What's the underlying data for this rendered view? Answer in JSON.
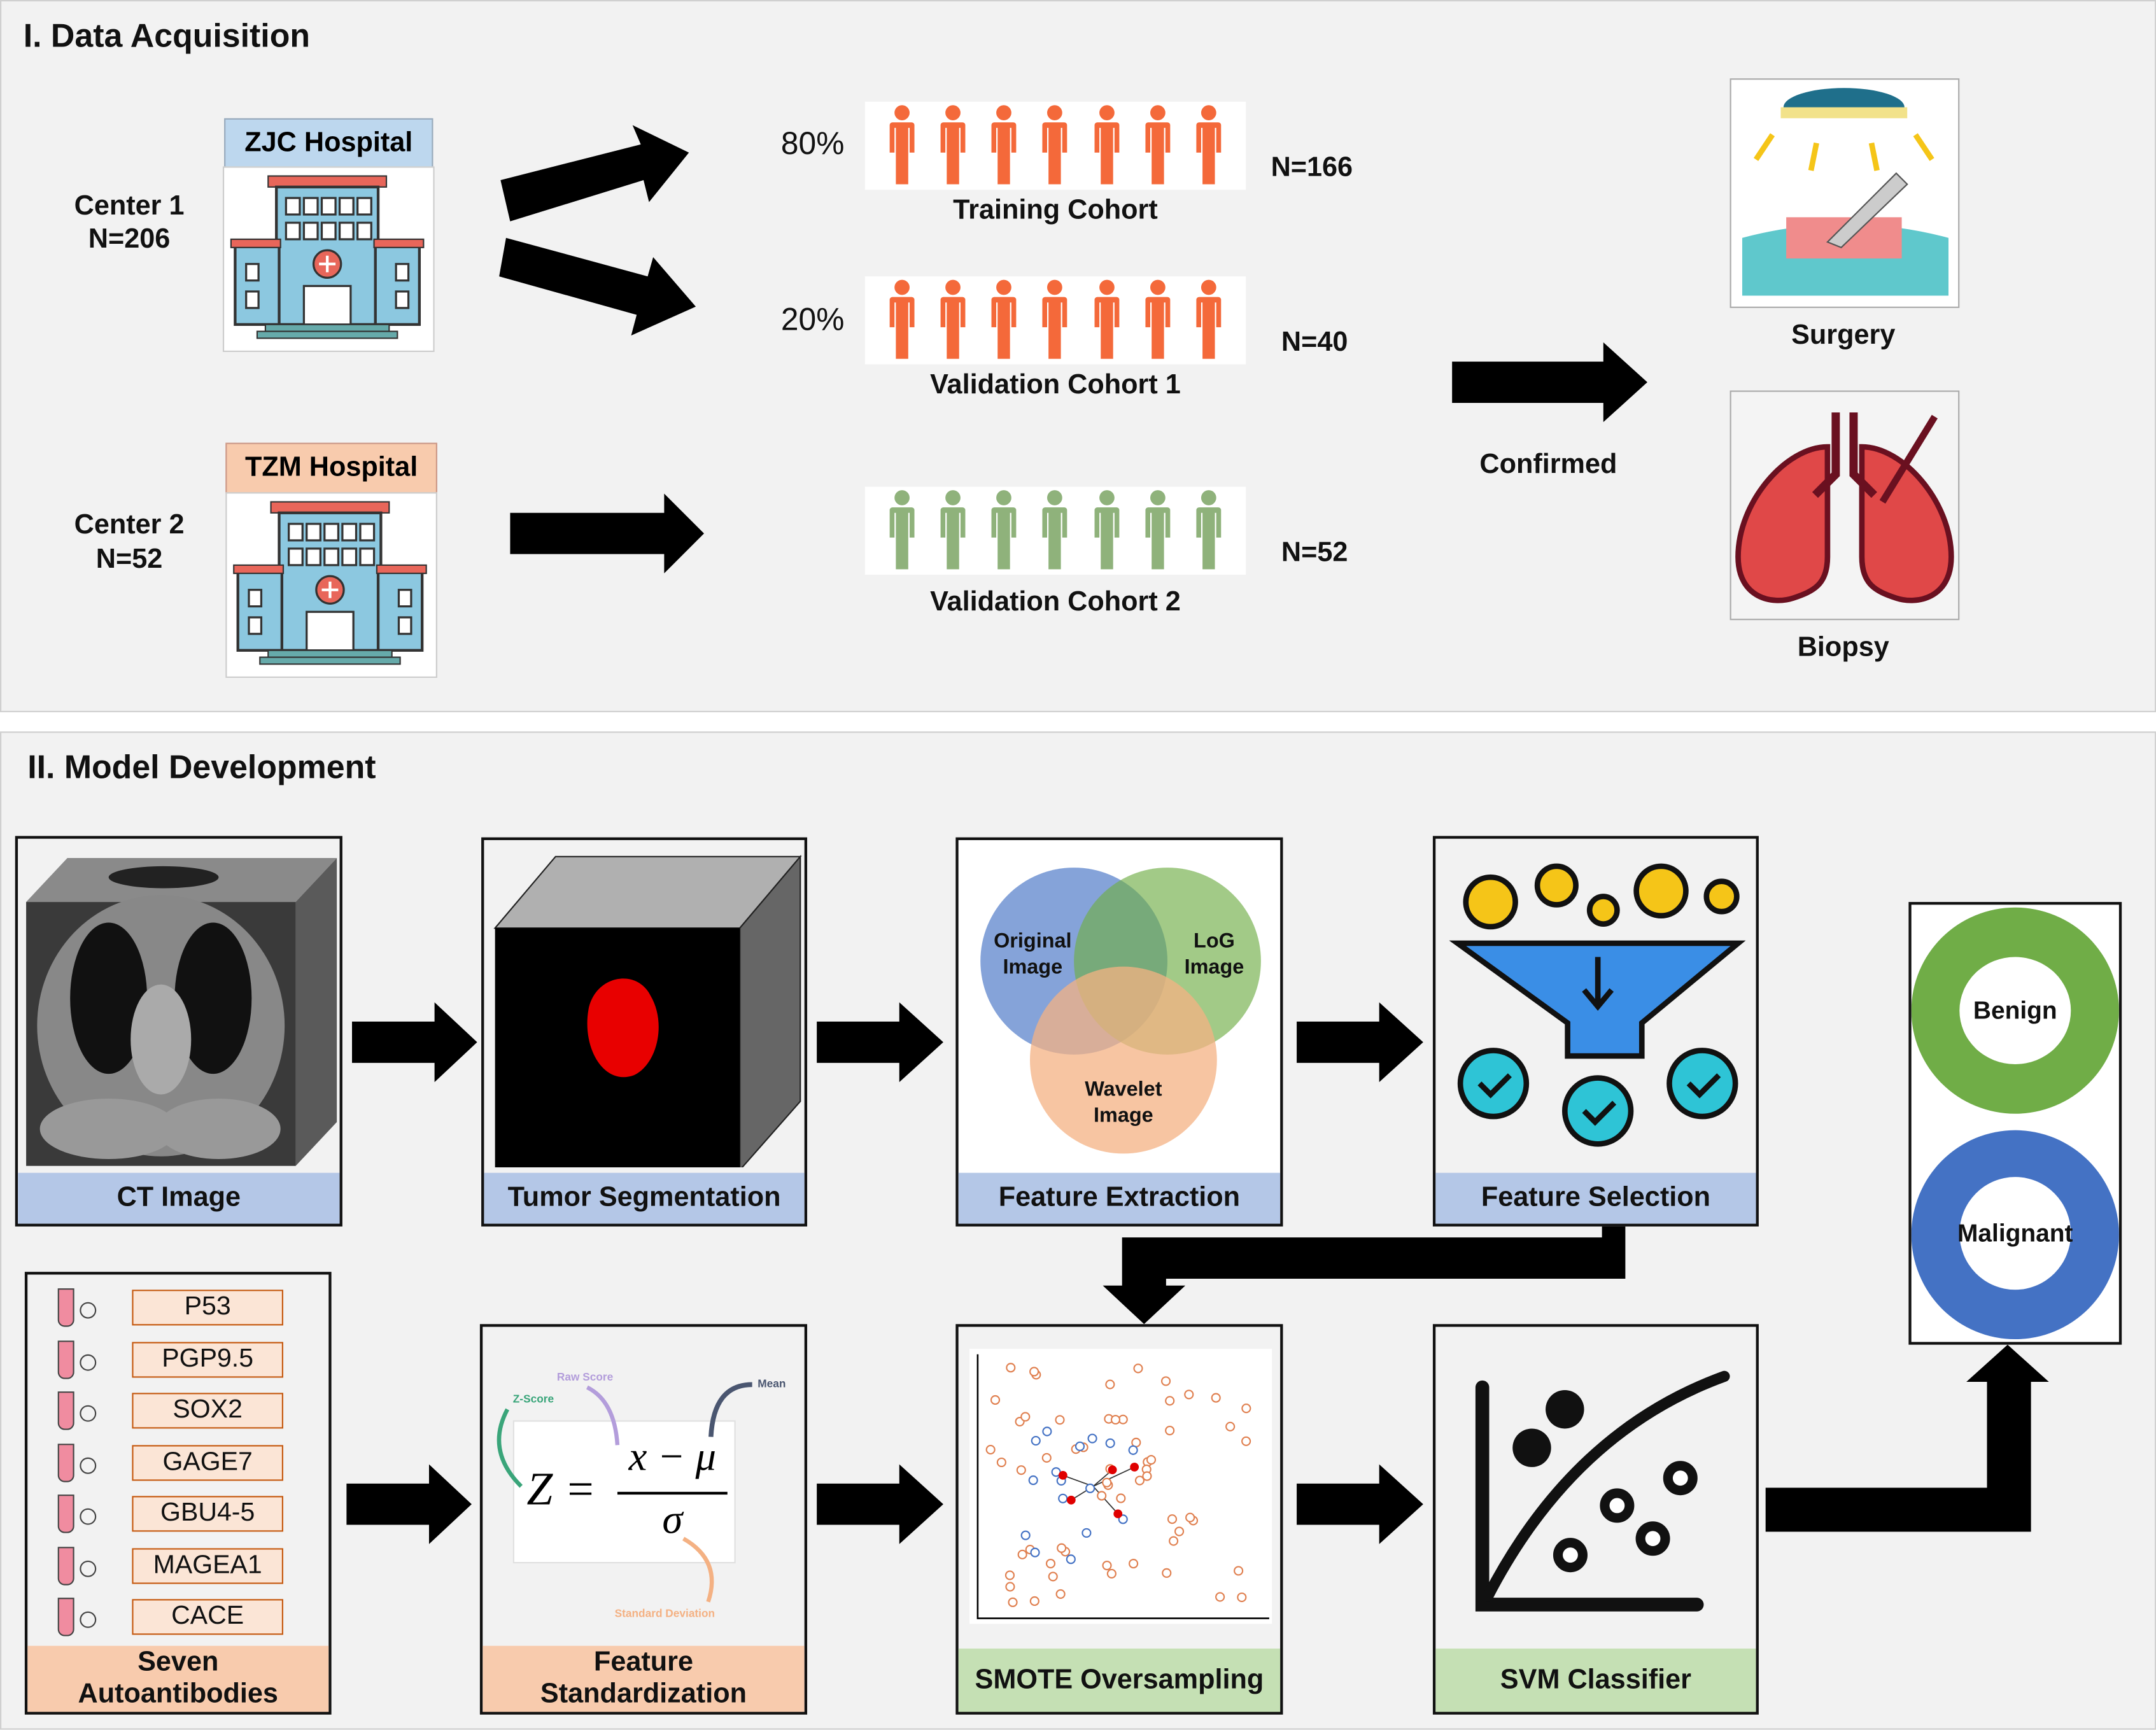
{
  "acquisition": {
    "title": "I. Data Acquisition",
    "center1": {
      "name": "Center 1",
      "n": "N=206",
      "hospital": "ZJC Hospital"
    },
    "center2": {
      "name": "Center 2",
      "n": "N=52",
      "hospital": "TZM Hospital"
    },
    "training": {
      "pct": "80%",
      "label": "Training Cohort",
      "n": "N=166"
    },
    "validation1": {
      "pct": "20%",
      "label": "Validation Cohort 1",
      "n": "N=40"
    },
    "validation2": {
      "label": "Validation Cohort 2",
      "n": "N=52"
    },
    "confirmed": "Confirmed",
    "surgery": "Surgery",
    "biopsy": "Biopsy",
    "colors": {
      "cohort_orange": "#f4693a",
      "cohort_green": "#8fb27b",
      "zjc_label": "#bdd7ee",
      "tzm_label": "#f8cbad"
    }
  },
  "model": {
    "title": "II. Model Development",
    "ct": "CT Image",
    "seg": "Tumor Segmentation",
    "extraction": {
      "label": "Feature Extraction",
      "original": [
        "Original",
        "Image"
      ],
      "log": [
        "LoG",
        "Image"
      ],
      "wavelet": [
        "Wavelet",
        "Image"
      ]
    },
    "selection": "Feature Selection",
    "autoantibodies": {
      "label": [
        "Seven",
        "Autoantibodies"
      ],
      "items": [
        "P53",
        "PGP9.5",
        "SOX2",
        "GAGE7",
        "GBU4-5",
        "MAGEA1",
        "CACE"
      ]
    },
    "standardization": {
      "label": [
        "Feature",
        "Standardization"
      ],
      "zscore": "Z-Score",
      "raw": "Raw Score",
      "mean": "Mean",
      "sd": "Standard Deviation",
      "formula_lhs": "Z =",
      "numerator": "x − μ",
      "denominator": "σ"
    },
    "smote": "SMOTE Oversampling",
    "svm": "SVM Classifier",
    "outcomes": {
      "benign": "Benign",
      "malignant": "Malignant",
      "benign_color": "#70ad47",
      "malignant_color": "#4472c4"
    }
  }
}
